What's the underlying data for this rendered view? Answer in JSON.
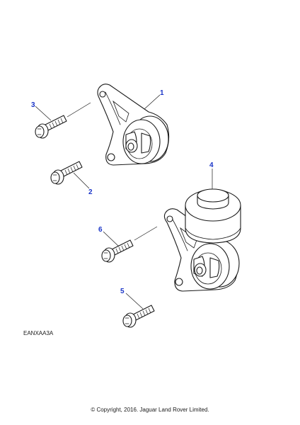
{
  "diagram": {
    "callouts": [
      {
        "id": "1",
        "label": "1"
      },
      {
        "id": "2",
        "label": "2"
      },
      {
        "id": "3",
        "label": "3"
      },
      {
        "id": "4",
        "label": "4"
      },
      {
        "id": "5",
        "label": "5"
      },
      {
        "id": "6",
        "label": "6"
      }
    ],
    "callout_color": "#1a35c8",
    "line_color": "#1a1a1a"
  },
  "footer": {
    "illustration_code": "EANXAA3A",
    "copyright": "© Copyright, 2016. Jaguar Land Rover Limited."
  }
}
